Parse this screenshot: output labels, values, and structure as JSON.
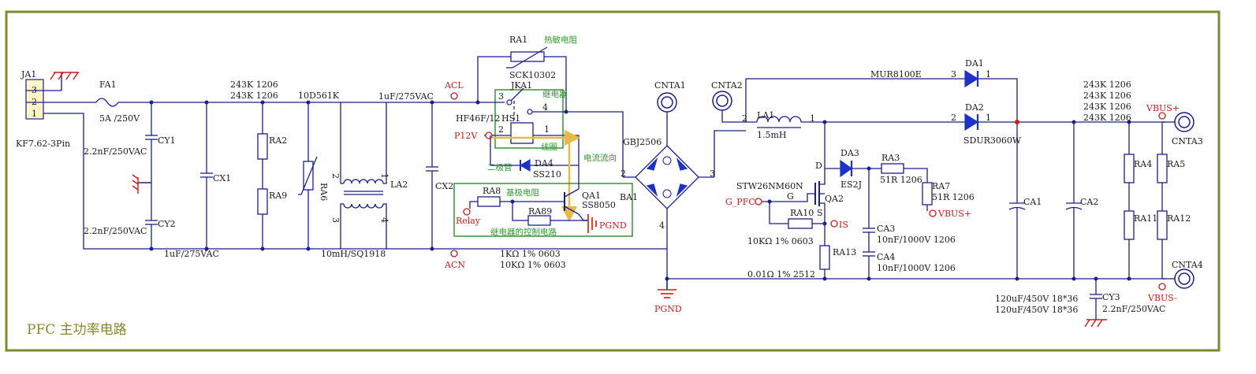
{
  "title": "PFC 主功率电路",
  "colors": {
    "frame": "#7f8a2c",
    "wire": "#1b1f8c",
    "net": "#d01818",
    "note": "#2e9a2e",
    "flow": "#e7b84a",
    "diode": "#1c32c8"
  },
  "labels": {
    "ja1": "JA1",
    "kf": "KF7.62-3Pin",
    "p3": "3",
    "p2": "2",
    "p1": "1",
    "fa1": "FA1",
    "fa1v": "5A /250V",
    "cy1": "CY1",
    "cy1v": "2.2nF/250VAC",
    "cy2": "CY2",
    "cy2v": "2.2nF/250VAC",
    "cx1": "CX1",
    "cx1v": "1uF/275VAC",
    "r243a": "243K 1206",
    "r243b": "243K 1206",
    "ra2": "RA2",
    "ra9": "RA9",
    "ra6v": "10D561K",
    "ra6": "RA6",
    "la2": "LA2",
    "la2v": "10mH/SQ1918",
    "la2p2": "2",
    "la2p1": "1",
    "la2p3": "3",
    "la2p4": "4",
    "cx2": "CX2",
    "cx2v": "1uF/275VAC",
    "acl": "ACL",
    "acn": "ACN",
    "ra1": "RA1",
    "ra1n": "热敏电阻",
    "ra1v": "SCK10302",
    "jka1": "JKA1",
    "jkan": "继电器",
    "hf": "HF46F/12",
    "hs1": "HS1",
    "jp3": "3",
    "jp4": "4",
    "jp2": "2",
    "jp1": "1",
    "p12v": "P12V",
    "coil": "线圈",
    "diode2": "二极管",
    "da4": "DA4",
    "ss210": "SS210",
    "flow": "电流流向",
    "ra8": "RA8",
    "baseR": "基极电阻",
    "qa1": "QA1",
    "ss8050": "SS8050",
    "ra89": "RA89",
    "relay": "Relay",
    "pgnd1": "PGND",
    "ctrl": "继电器的控制电路",
    "r1k": "1KΩ 1%   0603",
    "r10k": "10KΩ 1%   0603",
    "cnta1": "CNTA1",
    "gbj": "GBJ2506",
    "ba1": "BA1",
    "bp2": "2",
    "bp3": "3",
    "bp4": "4",
    "pgnd2": "PGND",
    "cnta2": "CNTA2",
    "la1": "LA1",
    "la1v": "1.5mH",
    "l2": "2",
    "l1": "1",
    "mur": "MUR8100E",
    "da1": "DA1",
    "d3": "3",
    "d1a": "1",
    "da2": "DA2",
    "sdur": "SDUR3060W",
    "d2": "2",
    "d1b": "1",
    "da3": "DA3",
    "es2j": "ES2J",
    "ra3": "RA3",
    "ra3v": "51R 1206",
    "ra7": "RA7",
    "ra7v": "51R 1206",
    "vbusp2": "VBUS+",
    "stw": "STW26NM60N",
    "qa2": "QA2",
    "gpfc": "G_PFC",
    "g": "G",
    "d": "D",
    "s": "S",
    "ra10": "RA10",
    "ra10v": "10KΩ 1%   0603",
    "is": "IS",
    "ra13": "RA13",
    "ra13v": "0.01Ω 1%   2512",
    "ca3": "CA3",
    "ca3v": "10nF/1000V 1206",
    "ca4": "CA4",
    "ca4v": "10nF/1000V 1206",
    "ca1": "CA1",
    "ca2": "CA2",
    "ca1v": "120uF/450V 18*36",
    "ca2v": "120uF/450V 18*36",
    "r243c": "243K 1206",
    "r243d": "243K 1206",
    "r243e": "243K 1206",
    "r243f": "243K 1206",
    "ra4": "RA4",
    "ra5": "RA5",
    "ra11": "RA11",
    "ra12": "RA12",
    "vbusp": "VBUS+",
    "cnta3": "CNTA3",
    "cnta4": "CNTA4",
    "vbusm": "VBUS-",
    "cy3": "CY3",
    "cy3v": "2.2nF/250VAC"
  }
}
